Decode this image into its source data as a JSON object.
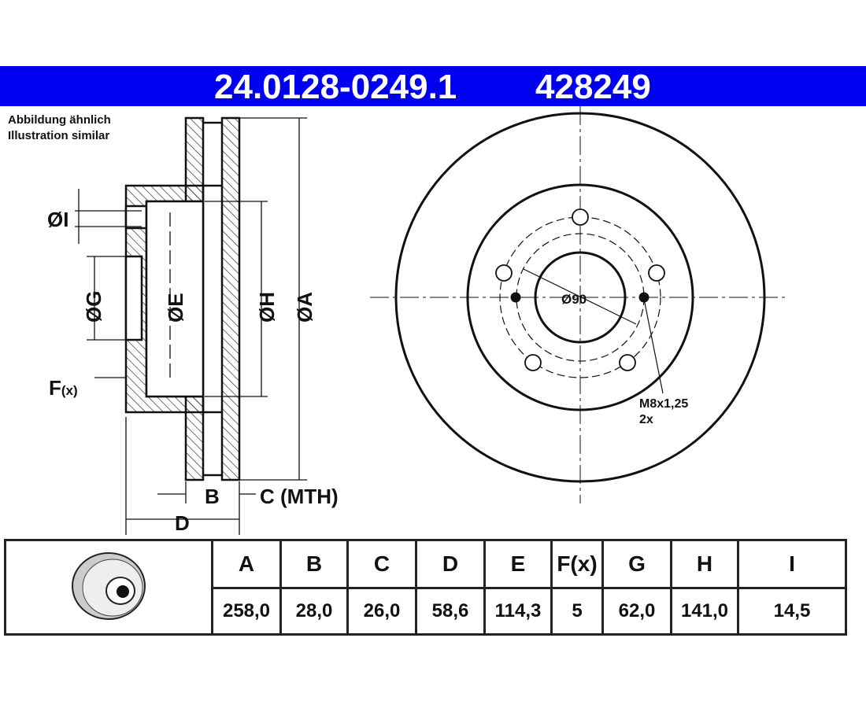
{
  "header": {
    "part_number": "24.0128-0249.1",
    "alt_number": "428249",
    "color": "#0000f0"
  },
  "notes": [
    "Abbildung ähnlich",
    "Illustration similar"
  ],
  "drawing": {
    "labels": {
      "I": "ØI",
      "G": "ØG",
      "E": "ØE",
      "H": "ØH",
      "A": "ØA",
      "F": "F",
      "F_sub": "(x)",
      "B": "B",
      "C": "C (MTH)",
      "D": "D"
    },
    "bore": "Ø90",
    "thread": "M8x1,25",
    "thread_count": "2x"
  },
  "table": {
    "headers": [
      "A",
      "B",
      "C",
      "D",
      "E",
      "F(x)",
      "G",
      "H",
      "I"
    ],
    "values": [
      "258,0",
      "28,0",
      "26,0",
      "58,6",
      "114,3",
      "5",
      "62,0",
      "141,0",
      "14,5"
    ]
  }
}
